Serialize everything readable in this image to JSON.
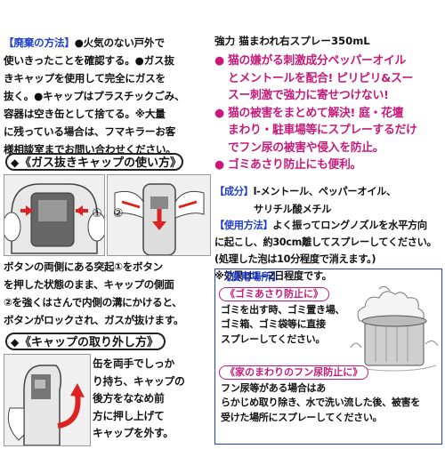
{
  "left": {
    "disposal": {
      "tag": "【廃棄の方法】",
      "lines": [
        "●火気のない戸外で",
        "使いきったことを確認する。●ガス抜",
        "きキャップを使用して完全にガスを",
        "抜く。●キャップはプラスチックごみ、",
        "容器は空き缶として捨てる。※大量",
        "に残っている場合は、フマキラーお客",
        "様相談室までお問い合わせください。"
      ]
    },
    "gas_cap": {
      "header": "《ガス抜きキャップの使い方》",
      "marker": "◆",
      "num1": "①",
      "num2": "②",
      "caption_lines": [
        "ボタンの両側にある突起①をボタン",
        "を押した状態のまま、キャップの側面",
        "②を強くはさんで内側の溝にかけると、",
        "ボタンがロックされ、ガスが抜けます。"
      ]
    },
    "cap_removal": {
      "header": "《キャップの取り外し方》",
      "marker": "◆",
      "lines": [
        "缶を両手でしっか",
        "り持ち、キャップの",
        "後方をななめ前",
        "方に押し上げて",
        "キャップを外す。"
      ]
    }
  },
  "right": {
    "title": "強力 猫まわれ右スプレー350mL",
    "bullet": "●",
    "bullets": [
      [
        "猫の嫌がる刺激成分ペッパーオイル",
        "とメントールを配合! ピリピリ&スー",
        "スー刺激で強力に寄せつけない!"
      ],
      [
        "猫の被害をまとめて解決! 庭・花壇",
        "まわり・駐車場等にスプレーするだけ",
        "でフン尿の被害や侵入を防止。"
      ],
      [
        "ゴミあさり防止にも便利。"
      ]
    ],
    "ingredients": {
      "label": "【成分】",
      "line1": "l-メントール、ペッパーオイル、",
      "line2": "サリチル酸メチル"
    },
    "usage": {
      "label": "【使用方法】",
      "line1": "よく振ってロングノズルを水平方向",
      "line2": "に起こし、約30cm離してスプレーしてください。",
      "line3": "(処理した泡は10分程度で消えます。)",
      "line4": "※効果は1~2日程度です。"
    },
    "use_box": {
      "header": "【使用場所】",
      "garbage_label": "《ゴミあさり防止に》",
      "garbage_lines": [
        "ゴミを出す時、ゴミ置き場、",
        "ゴミ箱、ゴミ袋等に直接",
        "スプレーしてください。"
      ],
      "house_label": "《家のまわりのフン尿防止に》",
      "house_lines": [
        "フン尿等がある場合はあ",
        "らかじめ取り除き、水で洗い流した後、被害を",
        "受けた場所にスプレーしてください。"
      ]
    }
  }
}
